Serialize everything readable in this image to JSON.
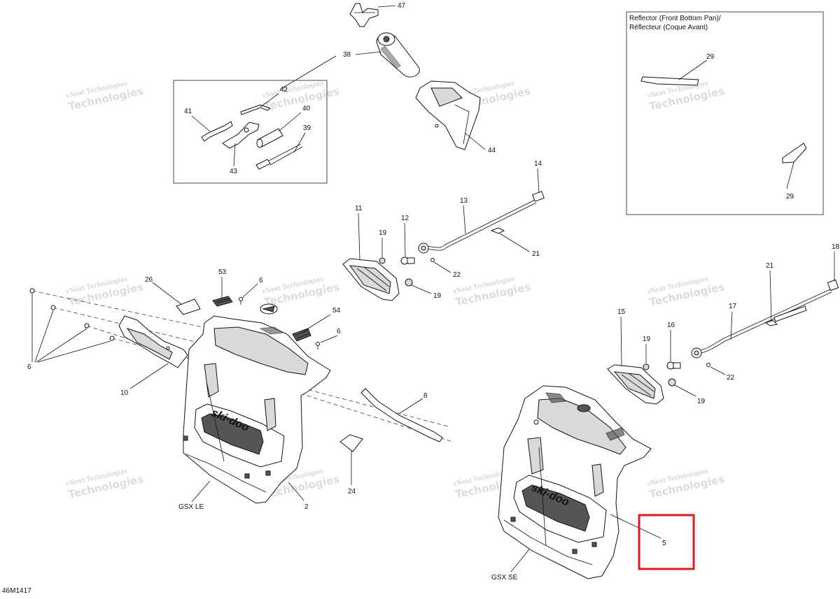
{
  "diagram_code": "46M1417",
  "inset": {
    "title_line1": "Reflector (Front Bottom Pan)/",
    "title_line2": "Réflecteur (Coque Avant)"
  },
  "variants": {
    "left": "GSX LE",
    "right": "GSX SE"
  },
  "brand_mark": "ski-doo",
  "watermark": {
    "line1": "vNext Technologies",
    "line2": "Technologies"
  },
  "callouts": {
    "c47": "47",
    "c38": "38",
    "c42": "42",
    "c40": "40",
    "c41": "41",
    "c39": "39",
    "c43": "43",
    "c44": "44",
    "c29a": "29",
    "c29b": "29",
    "c14": "14",
    "c13": "13",
    "c11": "11",
    "c12": "12",
    "c19a": "19",
    "c19b": "19",
    "c22a": "22",
    "c21a": "21",
    "c18": "18",
    "c21b": "21",
    "c17": "17",
    "c15": "15",
    "c16": "16",
    "c19c": "19",
    "c19d": "19",
    "c22b": "22",
    "c26": "26",
    "c53": "53",
    "c6a": "6",
    "c54": "54",
    "c6b": "6",
    "c6c": "6",
    "c10": "10",
    "c8": "8",
    "c24": "24",
    "c2": "2",
    "c5": "5"
  },
  "highlight": {
    "color": "#e0191e",
    "target_callout": "5"
  }
}
